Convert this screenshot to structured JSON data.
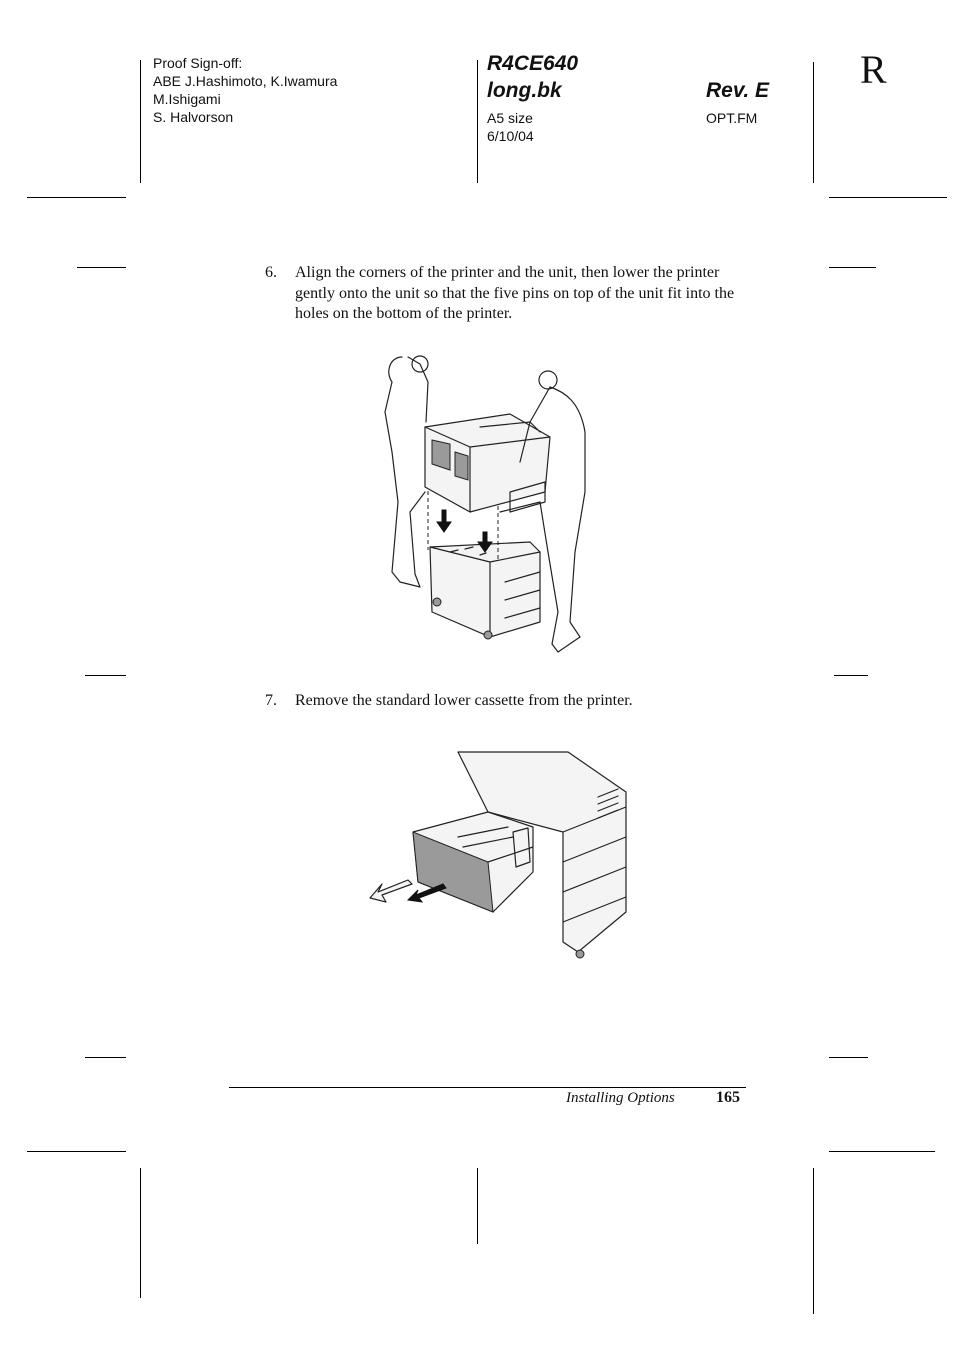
{
  "header": {
    "proof_lines": [
      "Proof Sign-off:",
      "ABE J.Hashimoto, K.Iwamura",
      "M.Ishigami",
      "S. Halvorson"
    ],
    "doc_code_line1": "R4CE640",
    "doc_code_line2": "long.bk",
    "revision": "Rev. E",
    "page_size": "A5 size",
    "date": "6/10/04",
    "file_name": "OPT.FM",
    "side_letter": "R"
  },
  "steps": [
    {
      "number": "6.",
      "text": "Align the corners of the printer and the unit, then lower the printer gently onto the unit so that the five pins on top of the unit fit into the holes on the bottom of the printer."
    },
    {
      "number": "7.",
      "text": "Remove the standard lower cassette from the printer."
    }
  ],
  "footer": {
    "section_title": "Installing Options",
    "page_number": "165"
  }
}
